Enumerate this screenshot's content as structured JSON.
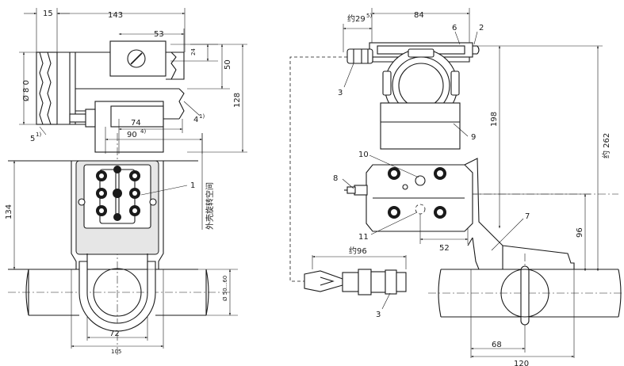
{
  "left_view": {
    "dims": {
      "d15": "15",
      "d143": "143",
      "d53": "53",
      "d24": "24",
      "d50": "50",
      "d128": "128",
      "d80": "Ø 8 0",
      "d74": "74",
      "d90": "90",
      "d90_note": "4)",
      "d134": "134",
      "d72": "72",
      "d105": "105",
      "dpipe": "Ø 50...60"
    },
    "labels": {
      "l1": "1",
      "l4": "4",
      "l4_note": "1)",
      "l5": "5",
      "l5_note": "1)",
      "rotate": "外壳旋转空间"
    }
  },
  "right_view": {
    "dims": {
      "d29": "约29",
      "d29_note": "5)",
      "d84": "84",
      "d198": "198",
      "d262": "约 262",
      "d96v": "96",
      "d52": "52",
      "d96h": "约96",
      "d120": "120",
      "d68": "68"
    },
    "labels": {
      "l2": "2",
      "l3a": "3",
      "l3b": "3",
      "l6": "6",
      "l7": "7",
      "l8": "8",
      "l9": "9",
      "l10": "10",
      "l11": "11"
    }
  }
}
